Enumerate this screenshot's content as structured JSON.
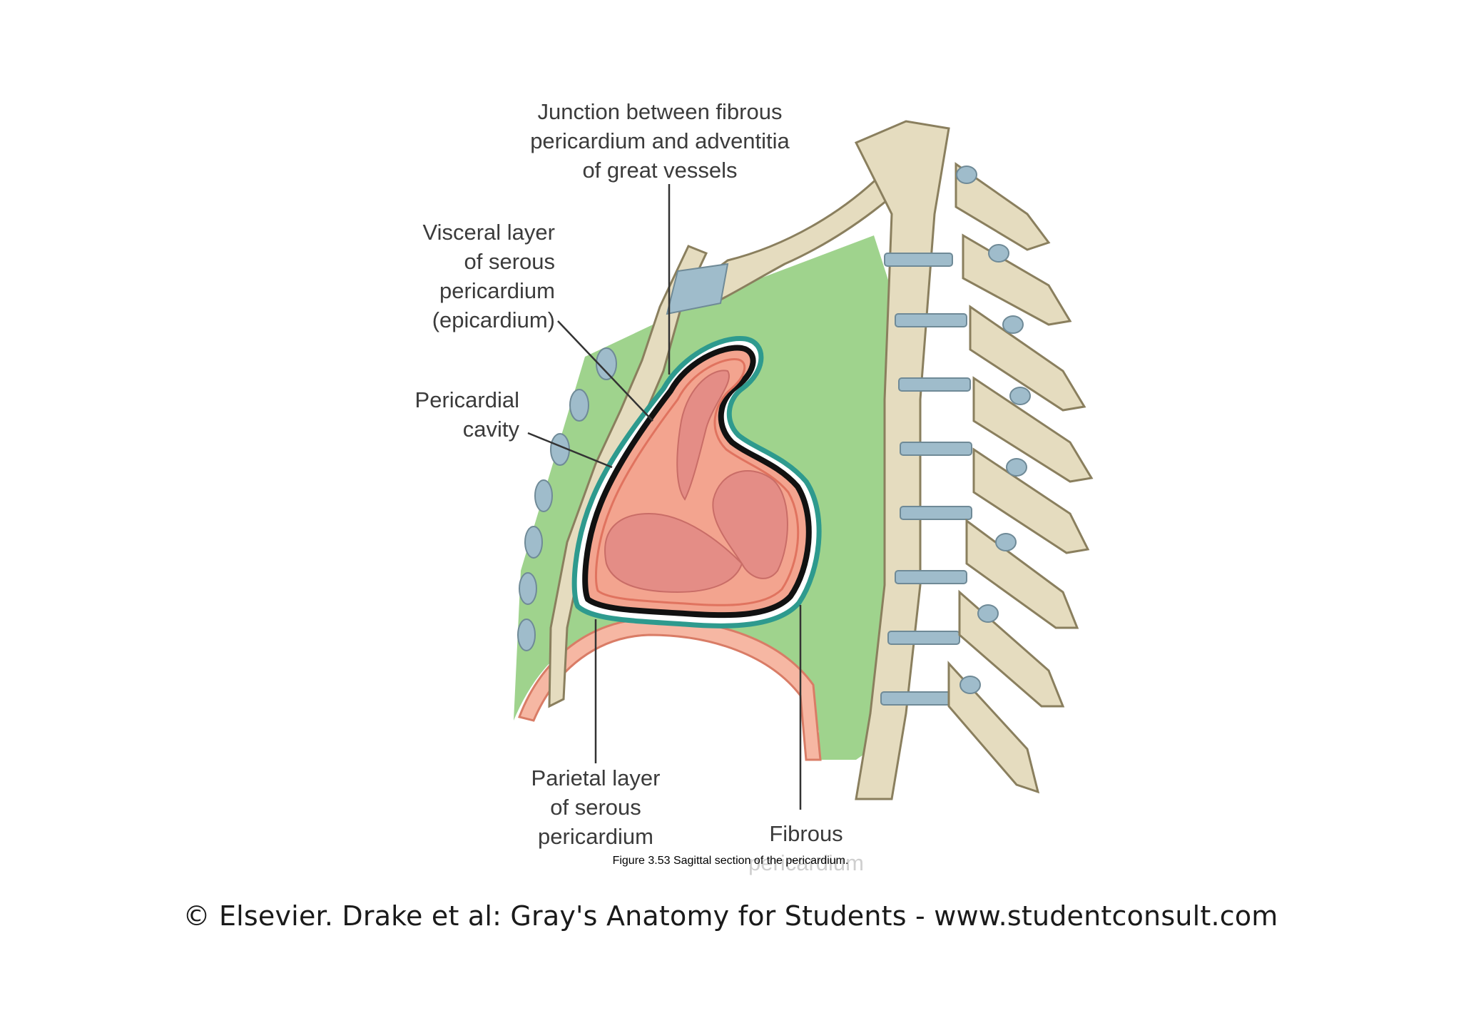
{
  "labels": {
    "junction": [
      "Junction between fibrous",
      "pericardium and adventitia",
      "of great vessels"
    ],
    "visceral": [
      "Visceral layer",
      "of serous",
      "pericardium",
      "(epicardium)"
    ],
    "cavity": [
      "Pericardial",
      "cavity"
    ],
    "parietal": [
      "Parietal layer",
      "of serous",
      "pericardium"
    ],
    "fibrous": [
      "Fibrous",
      "pericardium"
    ]
  },
  "caption": "Figure 3.53 Sagittal section of the pericardium.",
  "copyright": "© Elsevier. Drake et al: Gray's Anatomy for Students - www.studentconsult.com",
  "colors": {
    "mediastinum_green": "#9fd38d",
    "bone": "#e5dcbf",
    "bone_outline": "#8a7f5e",
    "cartilage_blue": "#9fbccb",
    "heart_pink": "#f3a48f",
    "heart_chamber": "#e48d86",
    "fibrous_teal": "#2e9a8e",
    "diaphragm_salmon": "#f6b7a3",
    "leader_line": "#333333"
  }
}
